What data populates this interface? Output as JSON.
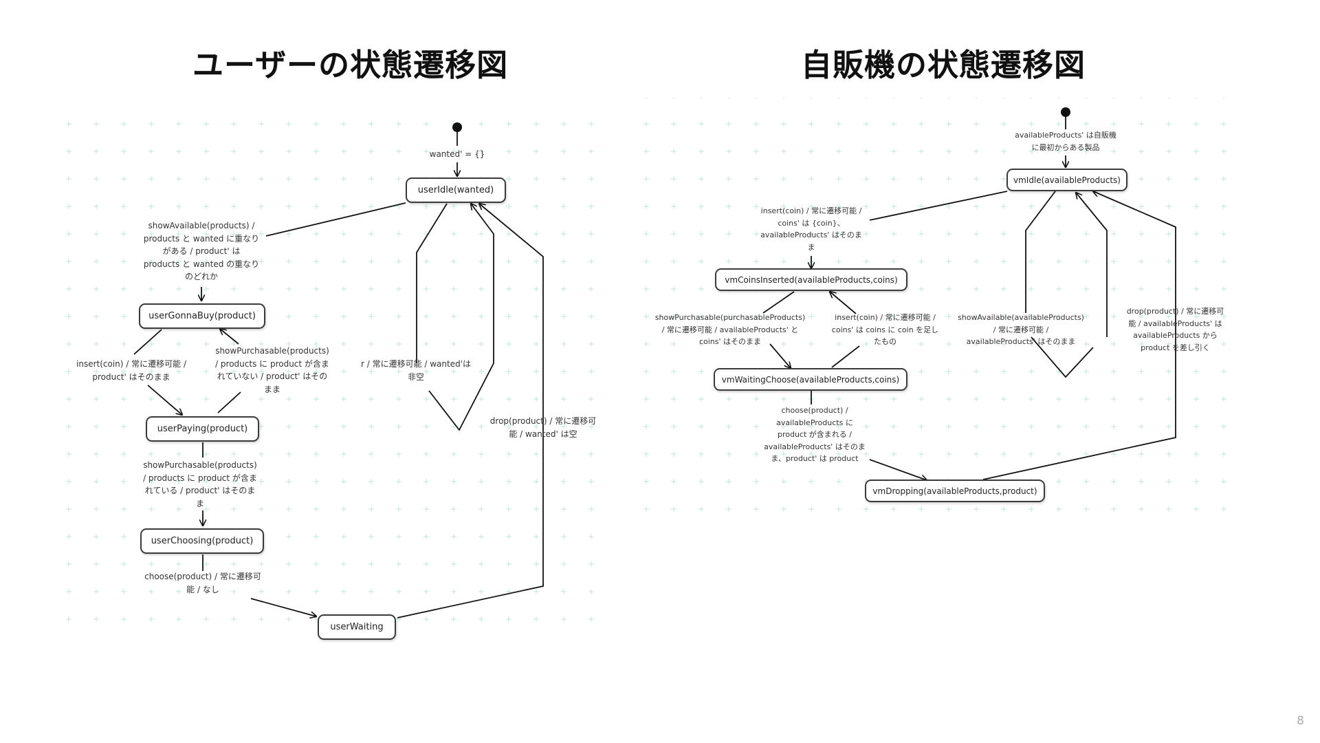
{
  "titles": {
    "left": "ユーザーの状態遷移図",
    "right": "自販機の状態遷移図"
  },
  "page_number": "8",
  "user_diagram": {
    "nodes": {
      "idle": "userIdle(wanted)",
      "gonna_buy": "userGonnaBuy(product)",
      "paying": "userPaying(product)",
      "choosing": "userChoosing(product)",
      "waiting": "userWaiting"
    },
    "edges": {
      "initial": "wanted' = {}",
      "show_available": "showAvailable(products) /\nproducts と wanted に重なり\nがある / product' は\nproducts と wanted の重なり\nのどれか",
      "insert_coin": "insert(coin) / 常に遷移可能 /\nproduct' はそのまま",
      "show_purchasable_not": "showPurchasable(products)\n/ products に product が含ま\nれていない / product' はその\nまま",
      "show_purchasable_yes": "showPurchasable(products)\n/ products に product が含ま\nれている / product' はそのま\nま",
      "choose": "choose(product) / 常に遷移可\n能 / なし",
      "self_loop": "r / 常に遷移可能 / wanted'は\n非空",
      "drop": "drop(product) / 常に遷移可\n能 / wanted' は空"
    }
  },
  "vm_diagram": {
    "nodes": {
      "idle": "vmIdle(availableProducts)",
      "coins_inserted": "vmCoinsInserted(availableProducts,coins)",
      "waiting_choose": "vmWaitingChoose(availableProducts,coins)",
      "dropping": "vmDropping(availableProducts,product)"
    },
    "edges": {
      "initial": "availableProducts' は自販機\nに最初からある製品",
      "insert_coin_first": "insert(coin) / 常に遷移可能 /\ncoins' は {coin}、\navailableProducts' はそのま\nま",
      "show_purchasable": "showPurchasable(purchasableProducts)\n/ 常に遷移可能 / availableProducts' と\ncoins' はそのまま",
      "insert_coin_more": "insert(coin) / 常に遷移可能 /\ncoins' は coins に coin を足し\nたもの",
      "show_available": "showAvailable(availableProducts)\n/ 常に遷移可能 /\navailableProducts' はそのまま",
      "drop": "drop(product) / 常に遷移可\n能 / availableProducts' は\navailableProducts から\nproduct を差し引く",
      "choose": "choose(product) /\navailableProducts に\nproduct が含まれる /\navailableProducts' はそのま\nま、product' は product"
    }
  }
}
